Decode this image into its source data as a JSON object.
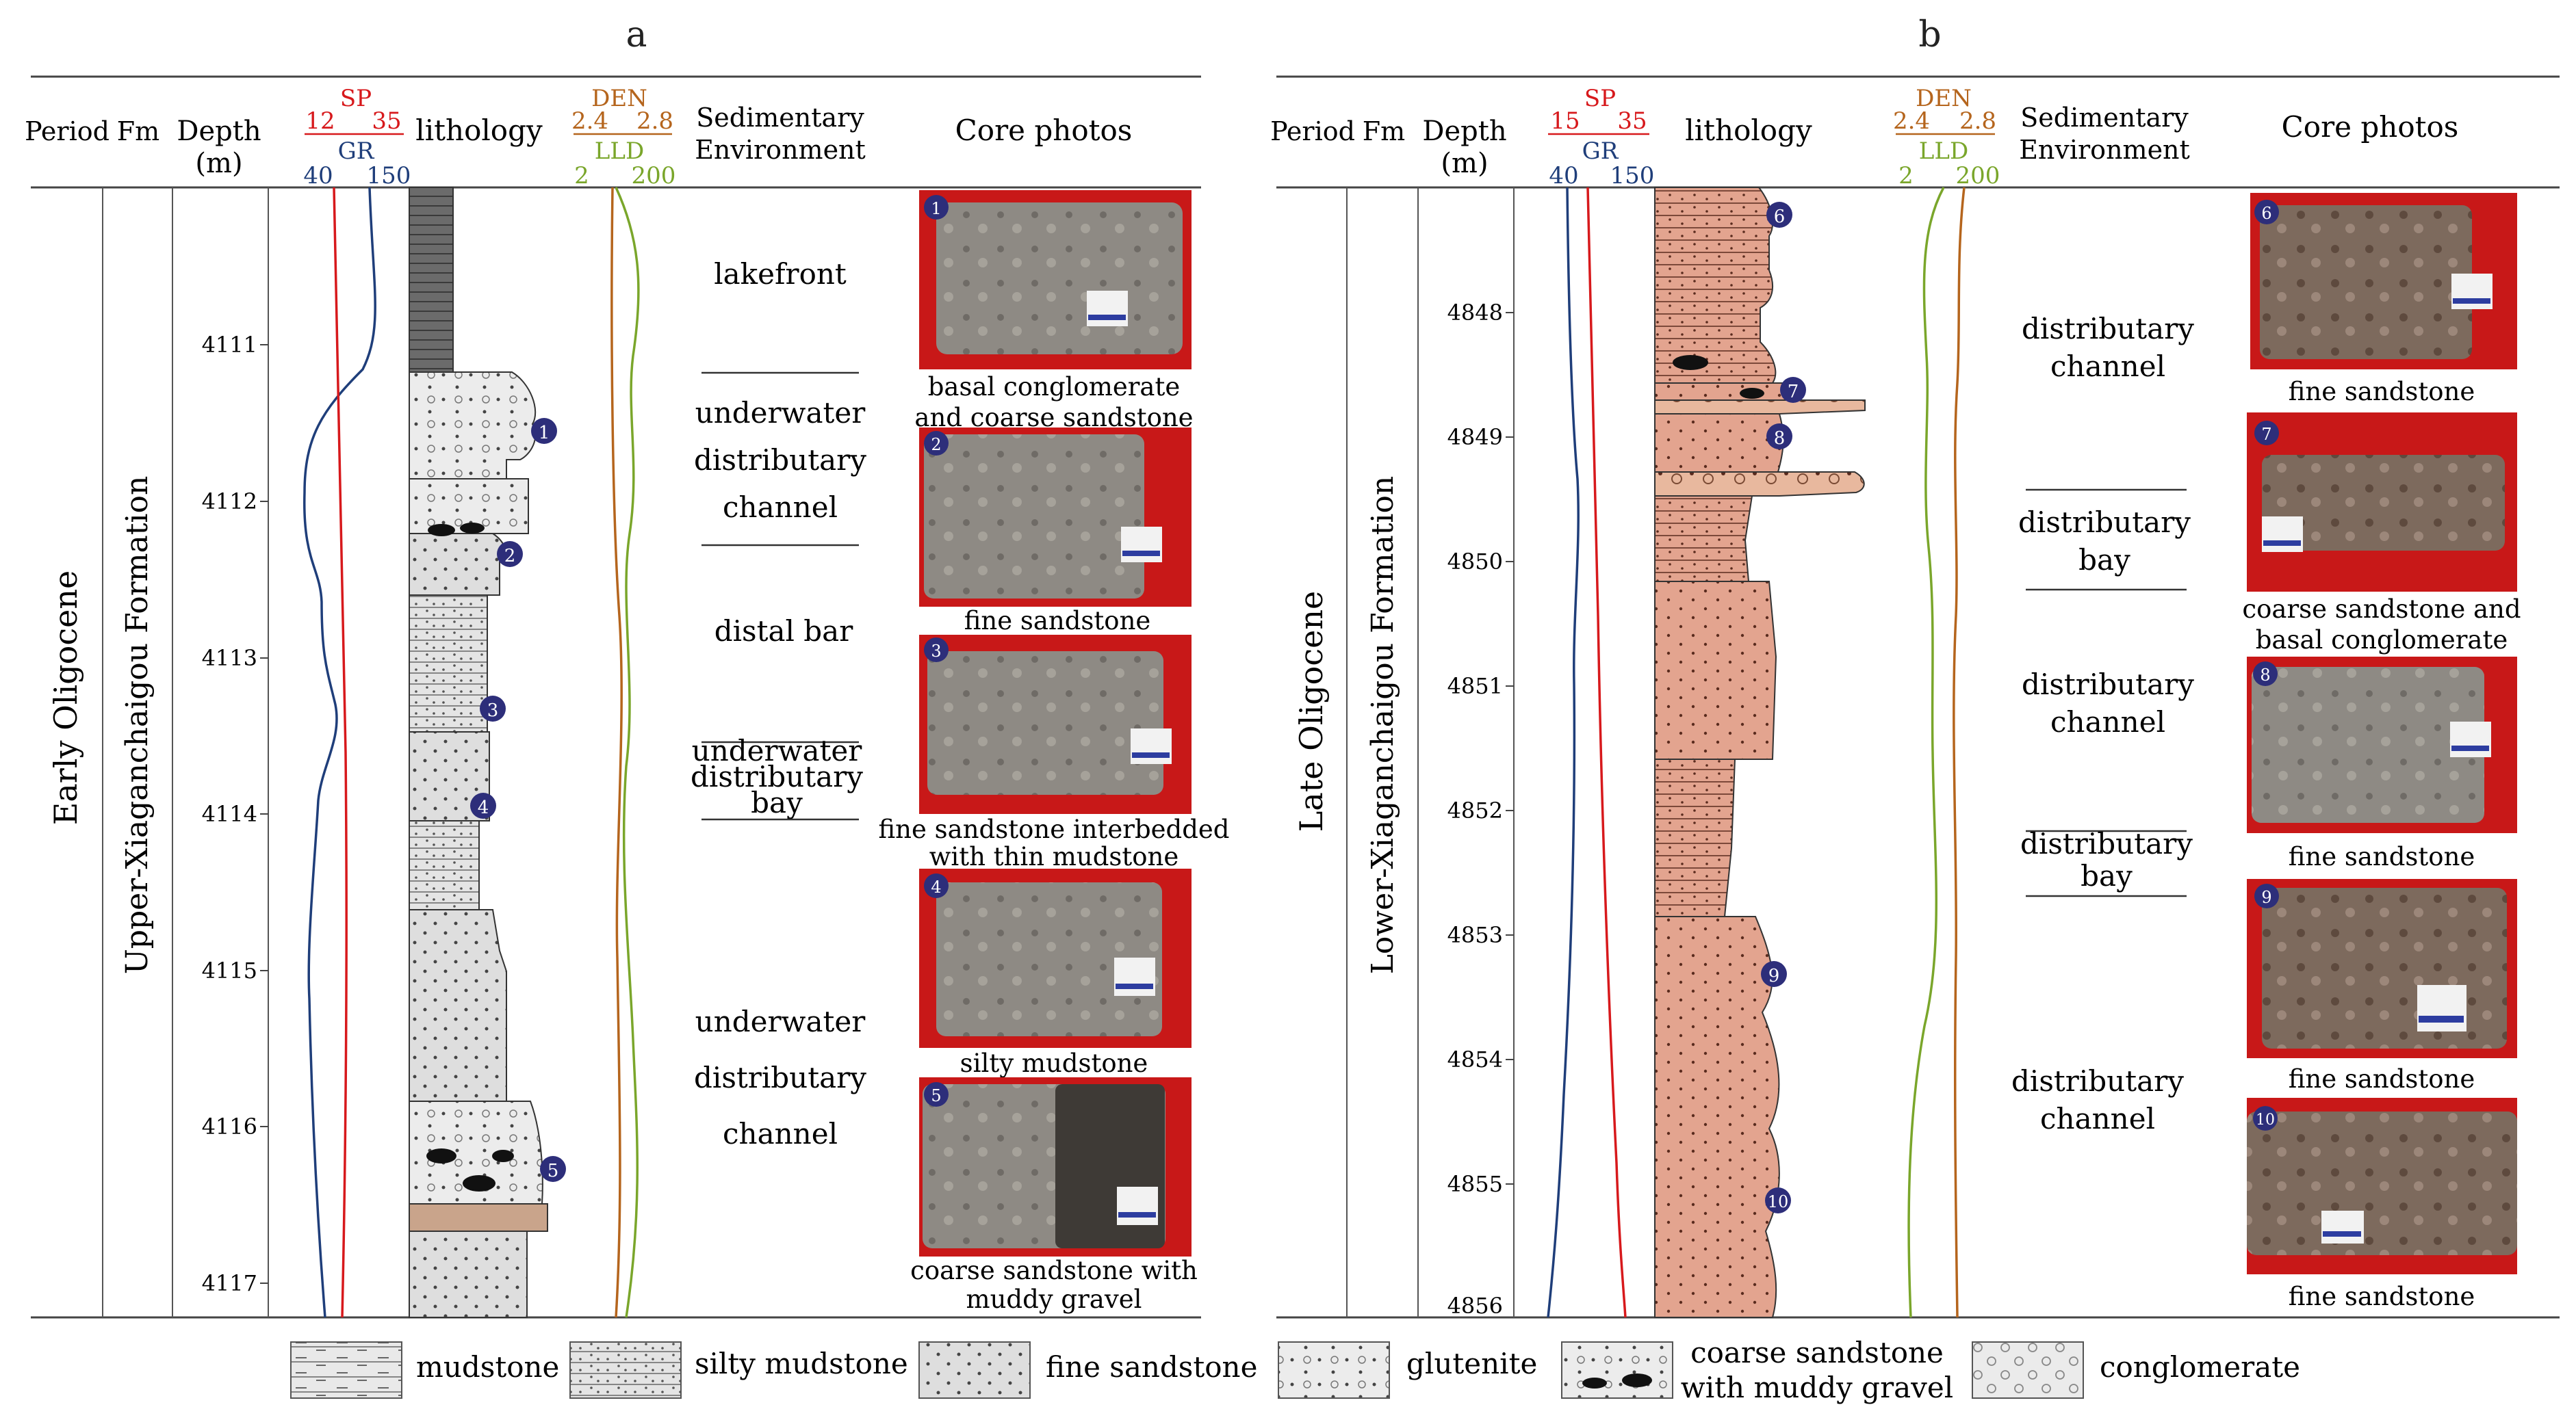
{
  "headers": {
    "period": "Period",
    "fm": "Fm",
    "depth": "Depth",
    "depth_unit": "(m)",
    "lithology": "lithology",
    "sed_env": [
      "Sedimentary",
      "Environment"
    ],
    "core_photos": "Core photos"
  },
  "colors": {
    "sp": "#d7191c",
    "gr": "#1f3e7a",
    "den": "#b5651d",
    "lld": "#7aa62b",
    "badge": "#2d2e7a",
    "core_bg": "#c81818",
    "grey_litho": "#dcdcdc",
    "pink_litho": "#e3a48f"
  },
  "panel_a": {
    "label": "a",
    "logs": {
      "sp": {
        "name": "SP",
        "min": "12",
        "max": "35"
      },
      "gr": {
        "name": "GR",
        "min": "40",
        "max": "150"
      },
      "den": {
        "name": "DEN",
        "min": "2.4",
        "max": "2.8"
      },
      "lld": {
        "name": "LLD",
        "min": "2",
        "max": "200"
      }
    },
    "period": "Early Oligocene",
    "formation": "Upper-Xiaganchaigou Formation",
    "depth_ticks": [
      "4111",
      "4112",
      "4113",
      "4114",
      "4115",
      "4116",
      "4117"
    ],
    "environments": [
      [
        "lakefront"
      ],
      [
        "underwater",
        "distributary",
        "channel"
      ],
      [
        "distal bar"
      ],
      [
        "underwater",
        "distributary",
        "bay"
      ],
      [
        "underwater",
        "distributary",
        "channel"
      ]
    ],
    "photos": [
      {
        "num": "1",
        "caption": [
          "basal conglomerate",
          "and coarse sandstone"
        ]
      },
      {
        "num": "2",
        "caption": [
          "fine sandstone"
        ]
      },
      {
        "num": "3",
        "caption": [
          "fine sandstone interbedded",
          "with thin mudstone"
        ]
      },
      {
        "num": "4",
        "caption": [
          "silty mudstone"
        ]
      },
      {
        "num": "5",
        "caption": [
          "coarse sandstone with",
          "muddy gravel"
        ]
      }
    ]
  },
  "panel_b": {
    "label": "b",
    "logs": {
      "sp": {
        "name": "SP",
        "min": "15",
        "max": "35"
      },
      "gr": {
        "name": "GR",
        "min": "40",
        "max": "150"
      },
      "den": {
        "name": "DEN",
        "min": "2.4",
        "max": "2.8"
      },
      "lld": {
        "name": "LLD",
        "min": "2",
        "max": "200"
      }
    },
    "period": "Late Oligocene",
    "formation": "Lower-Xiaganchaigou Formation",
    "depth_ticks": [
      "4848",
      "4849",
      "4850",
      "4851",
      "4852",
      "4853",
      "4854",
      "4855",
      "4856"
    ],
    "environments": [
      [
        "distributary",
        "channel"
      ],
      [
        "distributary",
        "bay"
      ],
      [
        "distributary",
        "channel"
      ],
      [
        "distributary",
        "bay"
      ],
      [
        "distributary",
        "channel"
      ]
    ],
    "photos": [
      {
        "num": "6",
        "caption": [
          "fine sandstone"
        ]
      },
      {
        "num": "7",
        "caption": [
          "coarse sandstone and",
          "basal conglomerate"
        ]
      },
      {
        "num": "8",
        "caption": [
          "fine sandstone"
        ]
      },
      {
        "num": "9",
        "caption": [
          "fine sandstone"
        ]
      },
      {
        "num": "10",
        "caption": [
          "fine sandstone"
        ]
      }
    ]
  },
  "legend": [
    {
      "key": "mud",
      "label": [
        "mudstone"
      ]
    },
    {
      "key": "silt",
      "label": [
        "silty mudstone"
      ]
    },
    {
      "key": "fine",
      "label": [
        "fine sandstone"
      ]
    },
    {
      "key": "glut",
      "label": [
        "glutenite"
      ]
    },
    {
      "key": "coarse",
      "label": [
        "coarse sandstone",
        "with muddy gravel"
      ]
    },
    {
      "key": "cong",
      "label": [
        "conglomerate"
      ]
    }
  ]
}
